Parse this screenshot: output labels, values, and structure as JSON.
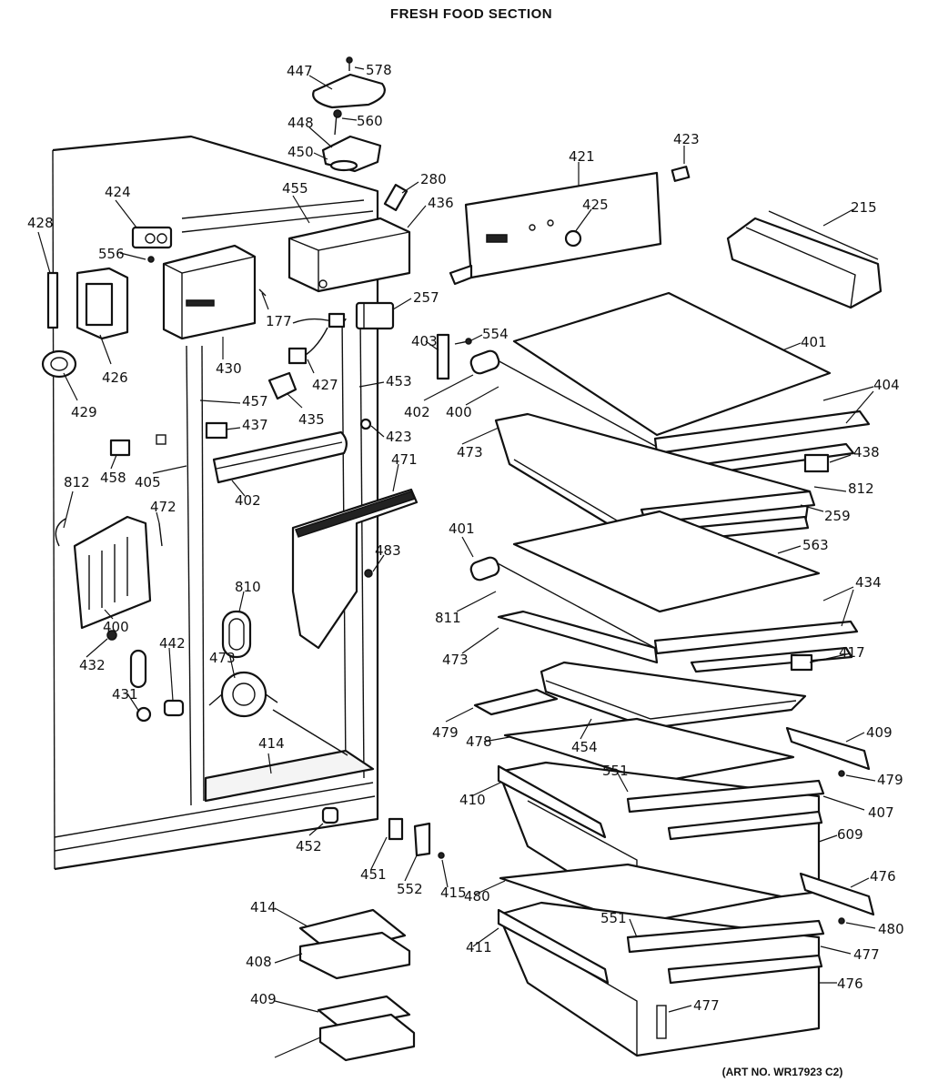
{
  "title": "FRESH FOOD SECTION",
  "art_number": "(ART NO. WR17923 C2)",
  "labels": [
    "447",
    "578",
    "448",
    "560",
    "450",
    "421",
    "423",
    "280",
    "455",
    "436",
    "424",
    "428",
    "556",
    "215",
    "425",
    "257",
    "177",
    "403",
    "554",
    "401",
    "426",
    "430",
    "427",
    "404",
    "429",
    "457",
    "435",
    "453",
    "402",
    "400",
    "437",
    "423",
    "473",
    "438",
    "458",
    "405",
    "471",
    "812",
    "812",
    "472",
    "259",
    "402",
    "401",
    "563",
    "483",
    "434",
    "810",
    "400",
    "811",
    "432",
    "442",
    "473",
    "431",
    "473",
    "417",
    "479",
    "409",
    "478",
    "454",
    "414",
    "551",
    "479",
    "410",
    "407",
    "609",
    "452",
    "451",
    "552",
    "415",
    "480",
    "476",
    "414",
    "551",
    "480",
    "411",
    "477",
    "408",
    "476",
    "409",
    "477"
  ]
}
